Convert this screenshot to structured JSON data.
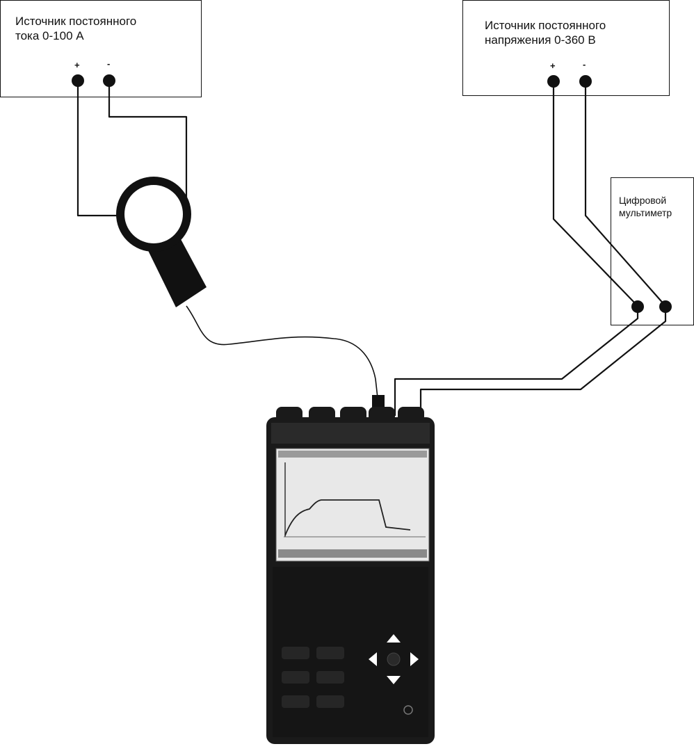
{
  "current_source": {
    "label_line1": "Источник постоянного",
    "label_line2": "тока 0-100 А",
    "plus": "+",
    "minus": "-"
  },
  "voltage_source": {
    "label_line1": "Источник постоянного",
    "label_line2": "напряжения 0-360 В",
    "plus": "+",
    "minus": "-"
  },
  "multimeter": {
    "label_line1": "Цифровой",
    "label_line2": "мультиметр"
  },
  "colors": {
    "line": "#111111",
    "device_body": "#1a1a1a",
    "screen": "#e8e8e8"
  }
}
